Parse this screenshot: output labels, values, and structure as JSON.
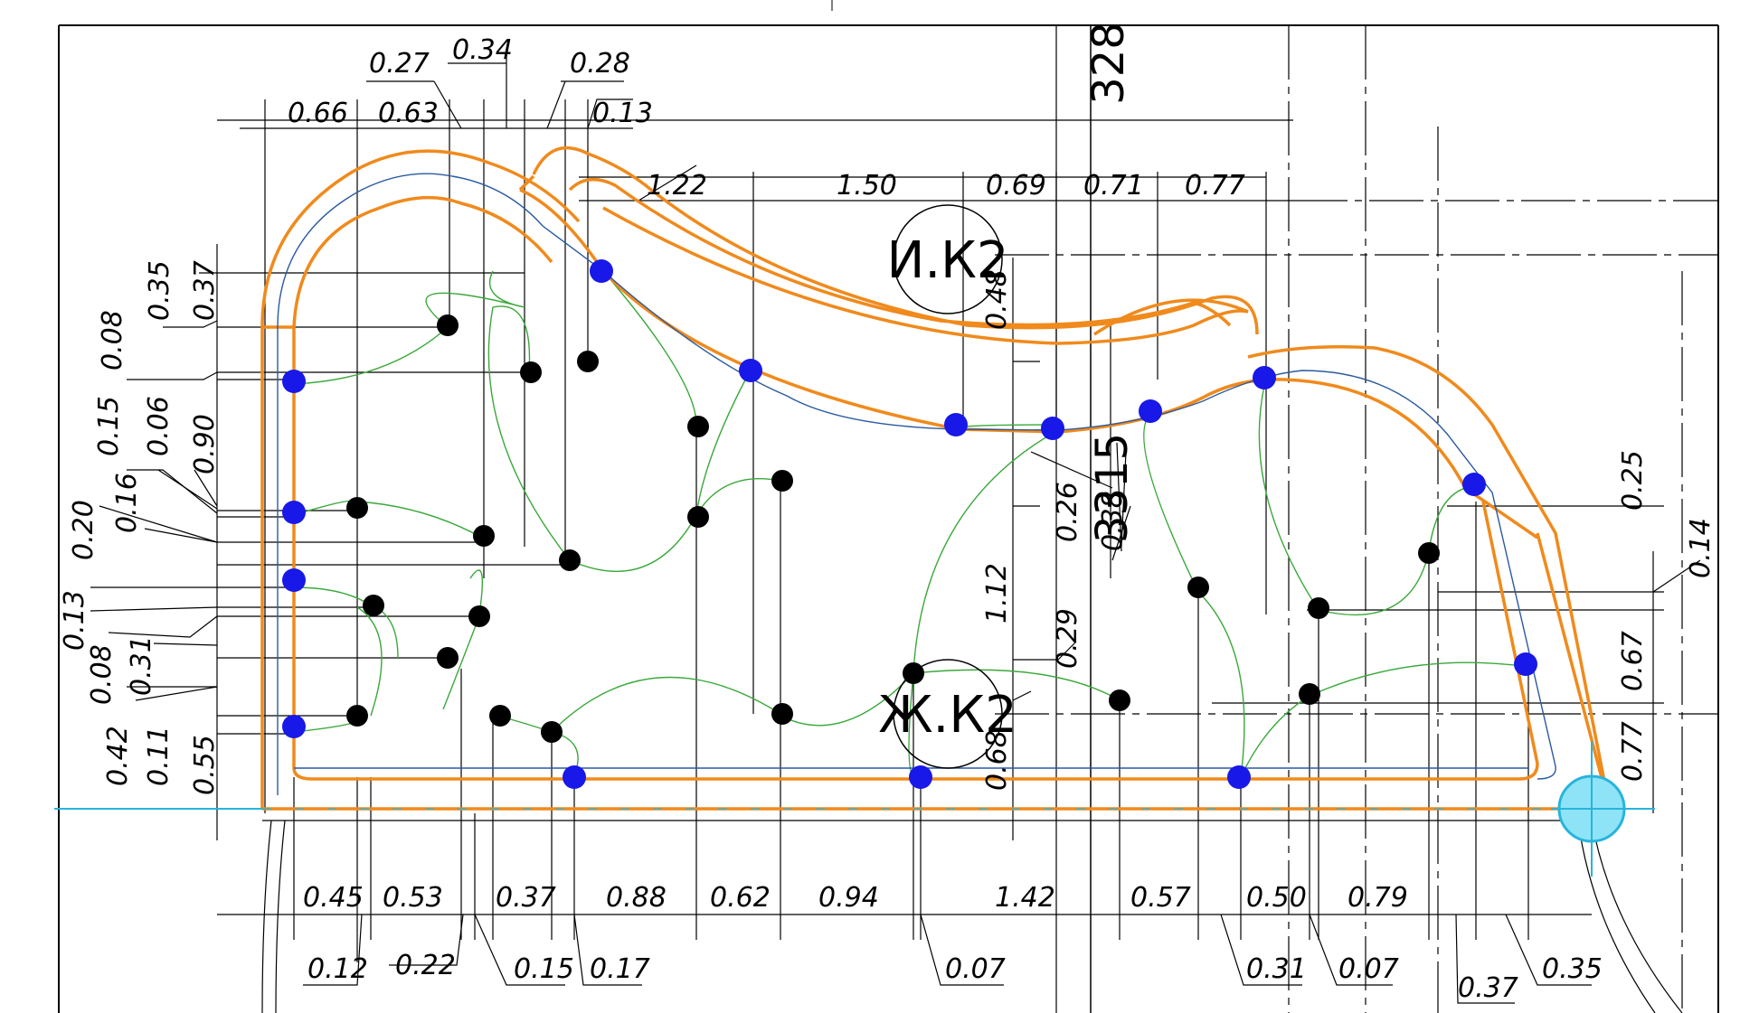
{
  "drawing": {
    "labels": {
      "ik2": "И.К2",
      "zhk2": "Ж.К2",
      "n328": "328",
      "n3315": "3315"
    },
    "top": {
      "v0_27": "0.27",
      "v0_34": "0.34",
      "v0_28": "0.28",
      "v0_66": "0.66",
      "v0_63": "0.63",
      "v0_13": "0.13",
      "v1_22": "1.22",
      "v1_50": "1.50",
      "v0_69": "0.69",
      "v0_71": "0.71",
      "v0_77": "0.77"
    },
    "left": {
      "v0_35": "0.35",
      "v0_37": "0.37",
      "v0_08a": "0.08",
      "v0_15": "0.15",
      "v0_06": "0.06",
      "v0_90": "0.90",
      "v0_20": "0.20",
      "v0_16": "0.16",
      "v0_13": "0.13",
      "v0_08b": "0.08",
      "v0_31": "0.31",
      "v0_42": "0.42",
      "v0_11": "0.11",
      "v0_55": "0.55"
    },
    "middle": {
      "v0_48": "0.48",
      "v0_26": "0.26",
      "v0_38": "0.38",
      "v1_12": "1.12",
      "v0_29": "0.29",
      "v0_68": "0.68"
    },
    "right": {
      "v0_25": "0.25",
      "v0_14": "0.14",
      "v0_67": "0.67",
      "v0_77": "0.77"
    },
    "bottom": {
      "v0_45": "0.45",
      "v0_53": "0.53",
      "v0_37a": "0.37",
      "v0_88": "0.88",
      "v0_62": "0.62",
      "v0_94": "0.94",
      "v1_42": "1.42",
      "v0_57": "0.57",
      "v0_50": "0.50",
      "v0_79": "0.79",
      "v0_12": "0.12",
      "v0_22": "0.22",
      "v0_15": "0.15",
      "v0_17": "0.17",
      "v0_07a": "0.07",
      "v0_31": "0.31",
      "v0_07b": "0.07",
      "v0_37b": "0.37",
      "v0_35": "0.35"
    },
    "colors": {
      "orange": "#f08a1c",
      "blue_node": "#1818e8",
      "black_node": "#000000",
      "green": "#3aa83a",
      "thin_blue": "#2a5aa0",
      "cyan": "#28b4dc"
    }
  }
}
